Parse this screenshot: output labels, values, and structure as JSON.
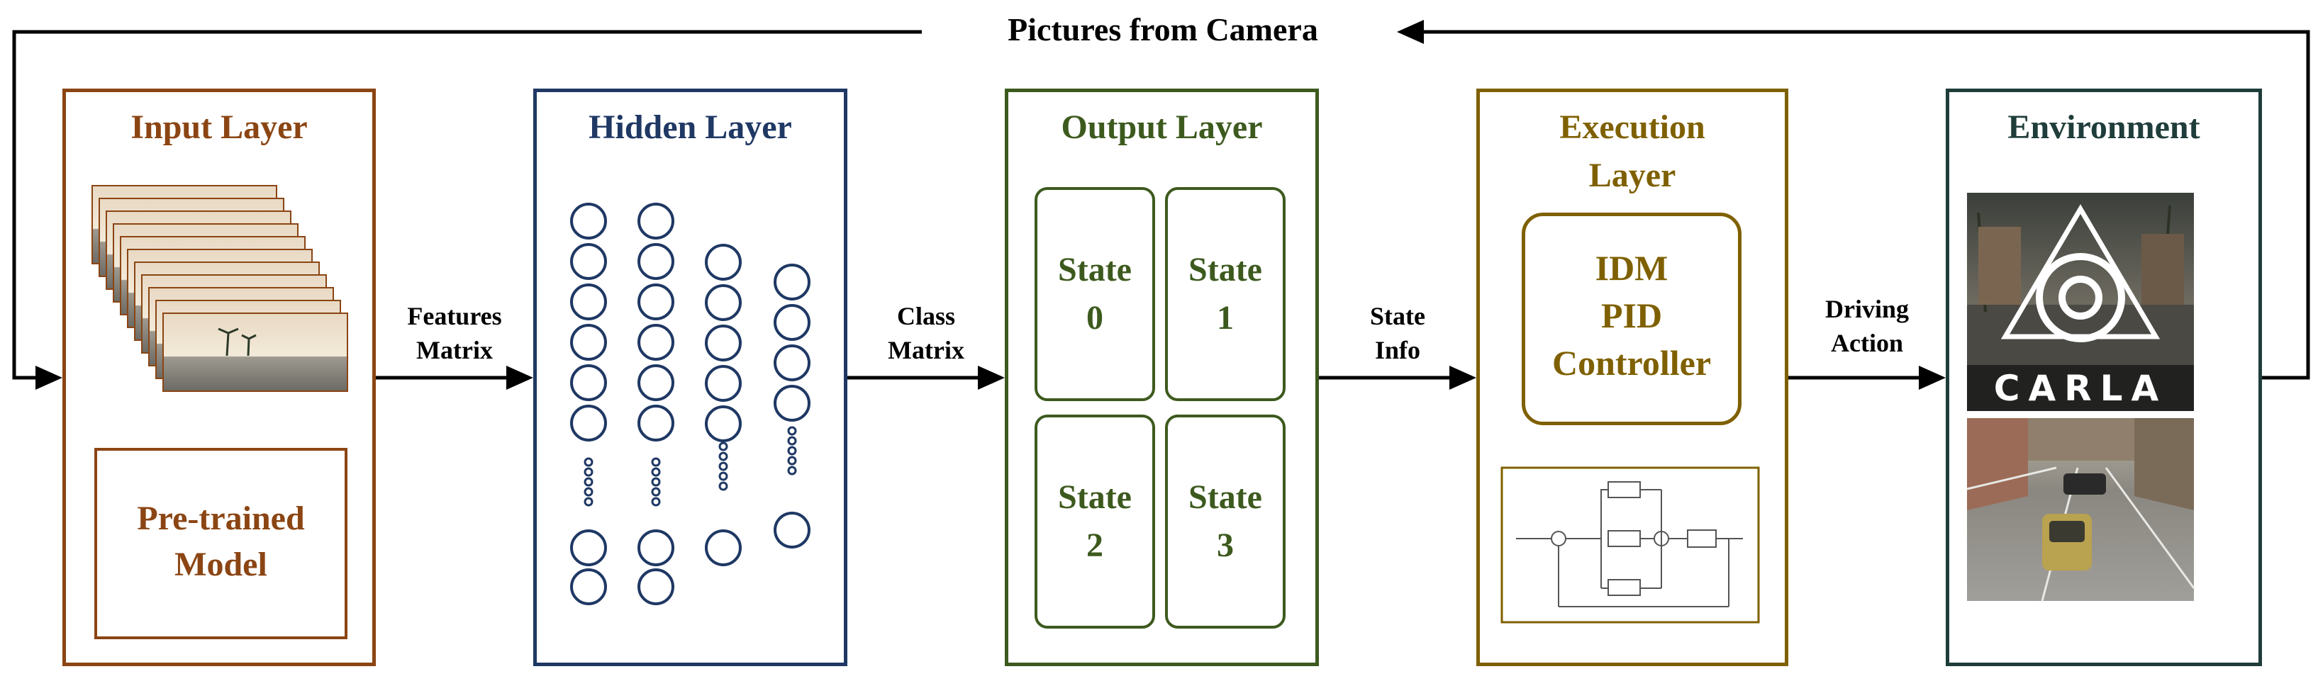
{
  "feedback_label": "Pictures from Camera",
  "input_layer": {
    "title": "Input Layer",
    "model_label_line1": "Pre-trained",
    "model_label_line2": "Model"
  },
  "hidden_layer": {
    "title": "Hidden Layer"
  },
  "output_layer": {
    "title": "Output Layer",
    "states": [
      {
        "line1": "State",
        "line2": "0"
      },
      {
        "line1": "State",
        "line2": "1"
      },
      {
        "line1": "State",
        "line2": "2"
      },
      {
        "line1": "State",
        "line2": "3"
      }
    ]
  },
  "execution_layer": {
    "title_line1": "Execution",
    "title_line2": "Layer",
    "controller_line1": "IDM",
    "controller_line2": "PID",
    "controller_line3": "Controller"
  },
  "environment": {
    "title": "Environment",
    "logo_text": "CARLA"
  },
  "edges": [
    {
      "line1": "Features",
      "line2": "Matrix"
    },
    {
      "line1": "Class",
      "line2": "Matrix"
    },
    {
      "line1": "State",
      "line2": "Info"
    },
    {
      "line1": "Driving",
      "line2": "Action"
    }
  ],
  "colors": {
    "input": "#8b4513",
    "hidden": "#1f3864",
    "output": "#3d5a1e",
    "execution": "#7f6000",
    "environment": "#1f3d3a",
    "arrow": "#000000"
  },
  "icons": [
    "camera-frames-image",
    "neuron-circle",
    "pid-block-diagram",
    "carla-logo",
    "driving-scene-image"
  ]
}
